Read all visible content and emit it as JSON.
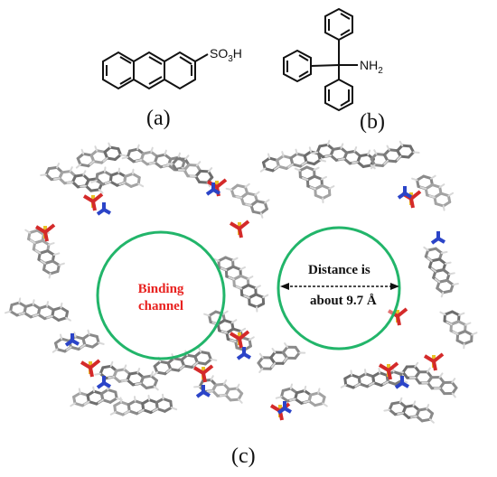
{
  "panels": {
    "a": {
      "label": "(a)",
      "substituent": "SO",
      "substituent_sub": "3",
      "substituent_end": "H"
    },
    "b": {
      "label": "(b)",
      "substituent": "NH",
      "substituent_sub": "2"
    },
    "c": {
      "label": "(c)",
      "binding_line1": "Binding",
      "binding_line2": "channel",
      "distance_line1": "Distance is",
      "distance_line2": "about  9.7 Å"
    }
  },
  "colors": {
    "circle": "#22b56a",
    "binding_text": "#e8211f",
    "molecule_gray": "#8c8c8c",
    "sulfur": "#e8c227",
    "oxygen": "#d42a2a",
    "nitrogen": "#2b44c8"
  }
}
